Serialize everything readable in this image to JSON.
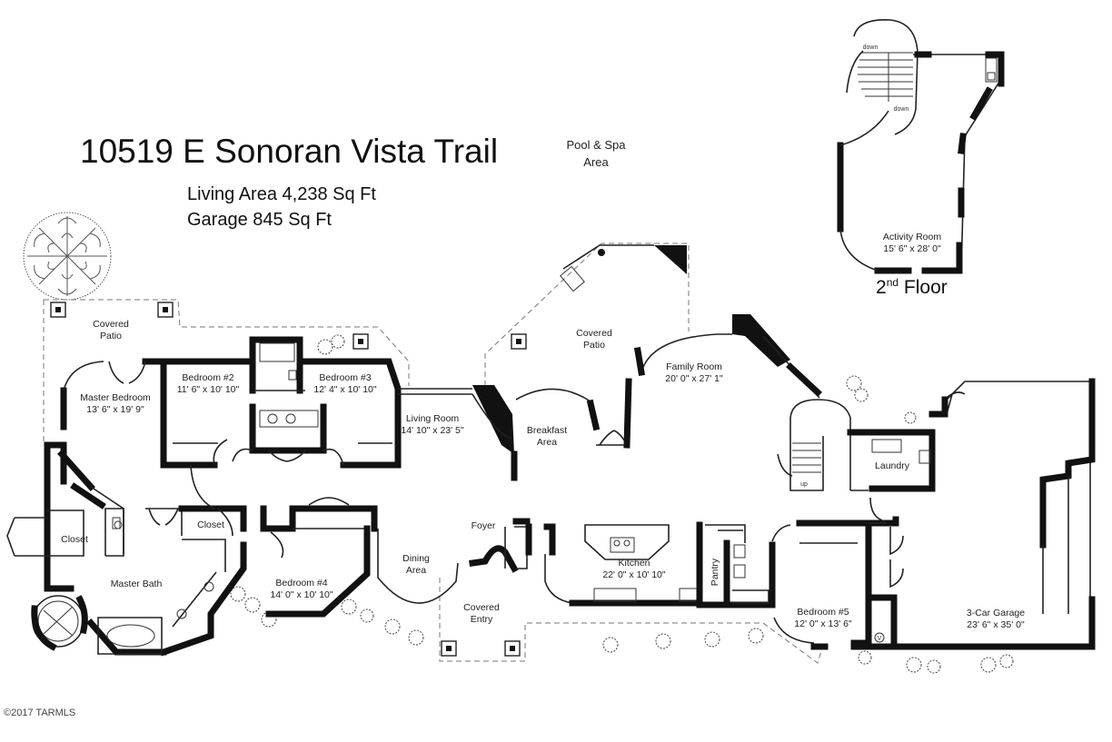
{
  "header": {
    "title": "10519 E Sonoran Vista Trail",
    "living_area": "Living Area 4,238 Sq Ft",
    "garage_area": "Garage 845 Sq Ft"
  },
  "floor2": {
    "num": "2",
    "sup": "nd",
    "word": "Floor"
  },
  "copyright": "©2017 TARMLS",
  "rooms": {
    "pool": {
      "l1": "Pool & Spa",
      "l2": "Area"
    },
    "activity": {
      "name": "Activity Room",
      "dim": "15' 6\" x 28' 0\""
    },
    "down1": "down",
    "down2": "down",
    "covered_patio_left": {
      "l1": "Covered",
      "l2": "Patio"
    },
    "covered_patio_center": {
      "l1": "Covered",
      "l2": "Patio"
    },
    "master_bedroom": {
      "name": "Master Bedroom",
      "dim": "13' 6\" x 19' 9\""
    },
    "bedroom2": {
      "name": "Bedroom #2",
      "dim": "11' 6\" x 10' 10\""
    },
    "bedroom3": {
      "name": "Bedroom #3",
      "dim": "12' 4\" x 10' 10\""
    },
    "living_room": {
      "name": "Living Room",
      "dim": "14' 10\" x 23' 5\""
    },
    "breakfast": {
      "l1": "Breakfast",
      "l2": "Area"
    },
    "family_room": {
      "name": "Family Room",
      "dim": "20' 0\" x 27' 1\""
    },
    "up": "up",
    "laundry": "Laundry",
    "closet_left": "Closet",
    "closet_mid": "Closet",
    "master_bath": "Master Bath",
    "bedroom4": {
      "name": "Bedroom #4",
      "dim": "14' 0\" x 10' 10\""
    },
    "dining": {
      "l1": "Dining",
      "l2": "Area"
    },
    "foyer": "Foyer",
    "kitchen": {
      "name": "Kitchen",
      "dim": "22' 0\" x 10' 10\""
    },
    "pantry": "Pantry",
    "covered_entry": {
      "l1": "Covered",
      "l2": "Entry"
    },
    "bedroom5": {
      "name": "Bedroom #5",
      "dim": "12' 0\" x 13' 6\""
    },
    "garage": {
      "name": "3-Car Garage",
      "dim": "23' 6\" x 35' 0\""
    },
    "water_heater": "V"
  }
}
